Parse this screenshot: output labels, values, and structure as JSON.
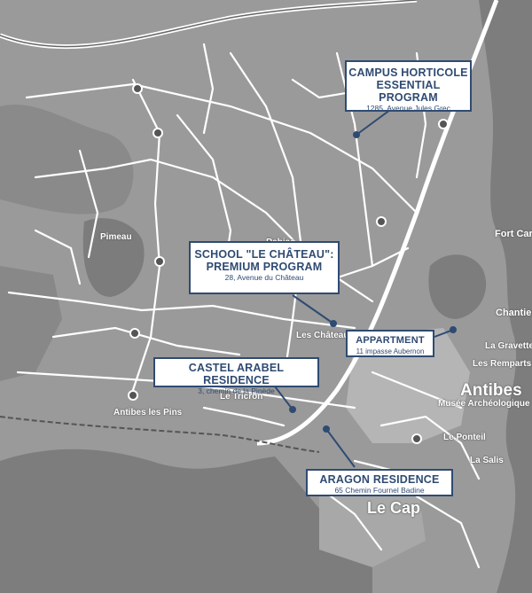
{
  "map": {
    "callouts": [
      {
        "title": "CAMPUS HORTICOLE",
        "title2": "ESSENTIAL PROGRAM",
        "address": "1285, Avenue Jules Grec"
      },
      {
        "title": "SCHOOL \"LE CHÂTEAU\":",
        "title2": "PREMIUM PROGRAM",
        "address": "28, Avenue du Château"
      },
      {
        "title": "APPARTMENT",
        "title2": "",
        "address": "11 impasse Aubernon"
      },
      {
        "title": "CASTEL ARABEL RESIDENCE",
        "title2": "",
        "address": "3, chemin de la Pinède"
      },
      {
        "title": "ARAGON RESIDENCE",
        "title2": "",
        "address": "65 Chemin Fournel Badine"
      }
    ],
    "places": {
      "antibes": "Antibes",
      "le_cap": "Le Cap",
      "fort_carre": "Fort Carré",
      "chantier": "Chantier",
      "la_gravette": "La Gravette",
      "les_remparts": "Les Remparts",
      "musee": "Musée Archéologique",
      "le_ponteil": "Le Ponteil",
      "la_salis": "La Salis",
      "antibes_les_pins": "Antibes les Pins",
      "le_tricron": "Le Tricron",
      "pimeau": "Pimeau",
      "rabiac": "Rabiac",
      "les_chateau": "Les Château"
    },
    "colors": {
      "land": "#9a9a9a",
      "sea": "#7d7d7d",
      "roads": "#ffffff",
      "callout_border": "#2f4b72"
    }
  }
}
